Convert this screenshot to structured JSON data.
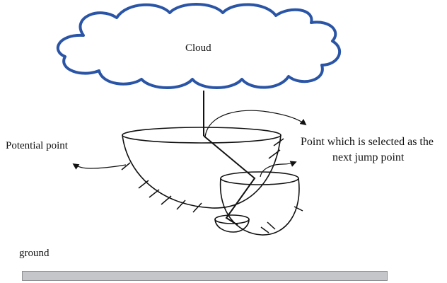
{
  "labels": {
    "cloud": "Cloud",
    "potential_point": "Potential point",
    "selected_line1": "Point which is selected as the",
    "selected_line2": "next jump point",
    "ground": "ground"
  },
  "colors": {
    "cloud_stroke": "#2a55a6",
    "line": "#111111",
    "ground_fill": "#c4c6c9"
  }
}
